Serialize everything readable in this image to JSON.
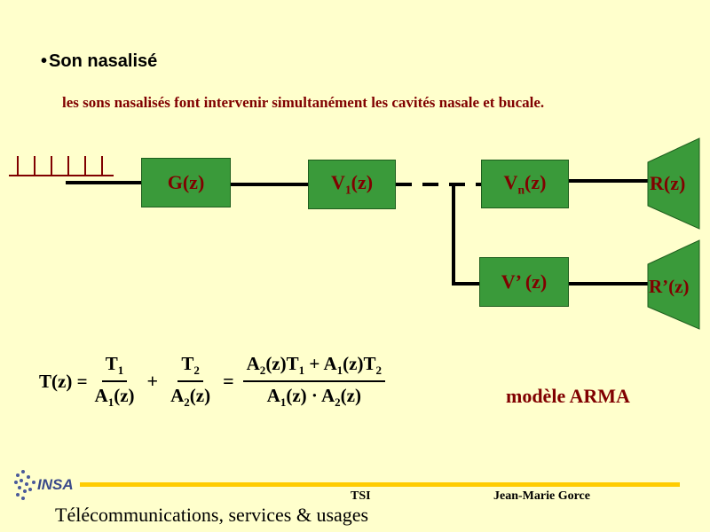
{
  "slide": {
    "title": "Son nasalisé",
    "bullet": "•",
    "subtitle": "les sons nasalisés font intervenir simultanément les cavités nasale et bucale."
  },
  "diagram": {
    "blocks": {
      "g": "G(z)",
      "v1": "V",
      "v1_sub": "1",
      "v1_suffix": "(z)",
      "vn": "V",
      "vn_sub": "n",
      "vn_suffix": "(z)",
      "vprime": "V’ (z)"
    },
    "radiators": {
      "r": "R(z)",
      "rprime": "R’(z)"
    }
  },
  "equation": {
    "lhs": "T(z) =",
    "t1": "T",
    "t1_sub": "1",
    "a1z": "A",
    "a1z_sub": "1",
    "a1z_suffix": "(z)",
    "plus": "+",
    "t2": "T",
    "t2_sub": "2",
    "a2z": "A",
    "a2z_sub": "2",
    "a2z_suffix": "(z)",
    "equals": "=",
    "num_text_1": "A",
    "num_sub_1": "2",
    "num_text_2": "(z)T",
    "num_sub_2": "1",
    "num_text_3": " + A",
    "num_sub_3": "1",
    "num_text_4": "(z)T",
    "num_sub_4": "2",
    "den_text_1": "A",
    "den_sub_1": "1",
    "den_text_2": "(z) · A",
    "den_sub_2": "2",
    "den_text_3": "(z)"
  },
  "model_label": "modèle ARMA",
  "footer": {
    "course": "TSI",
    "author": "Jean-Marie Gorce",
    "program": "Télécommunications, services & usages",
    "logo_text": "INSA"
  },
  "colors": {
    "background": "#ffffcc",
    "block_fill": "#3a9a3a",
    "label": "#800000",
    "footer_rule": "#ffcc00"
  }
}
